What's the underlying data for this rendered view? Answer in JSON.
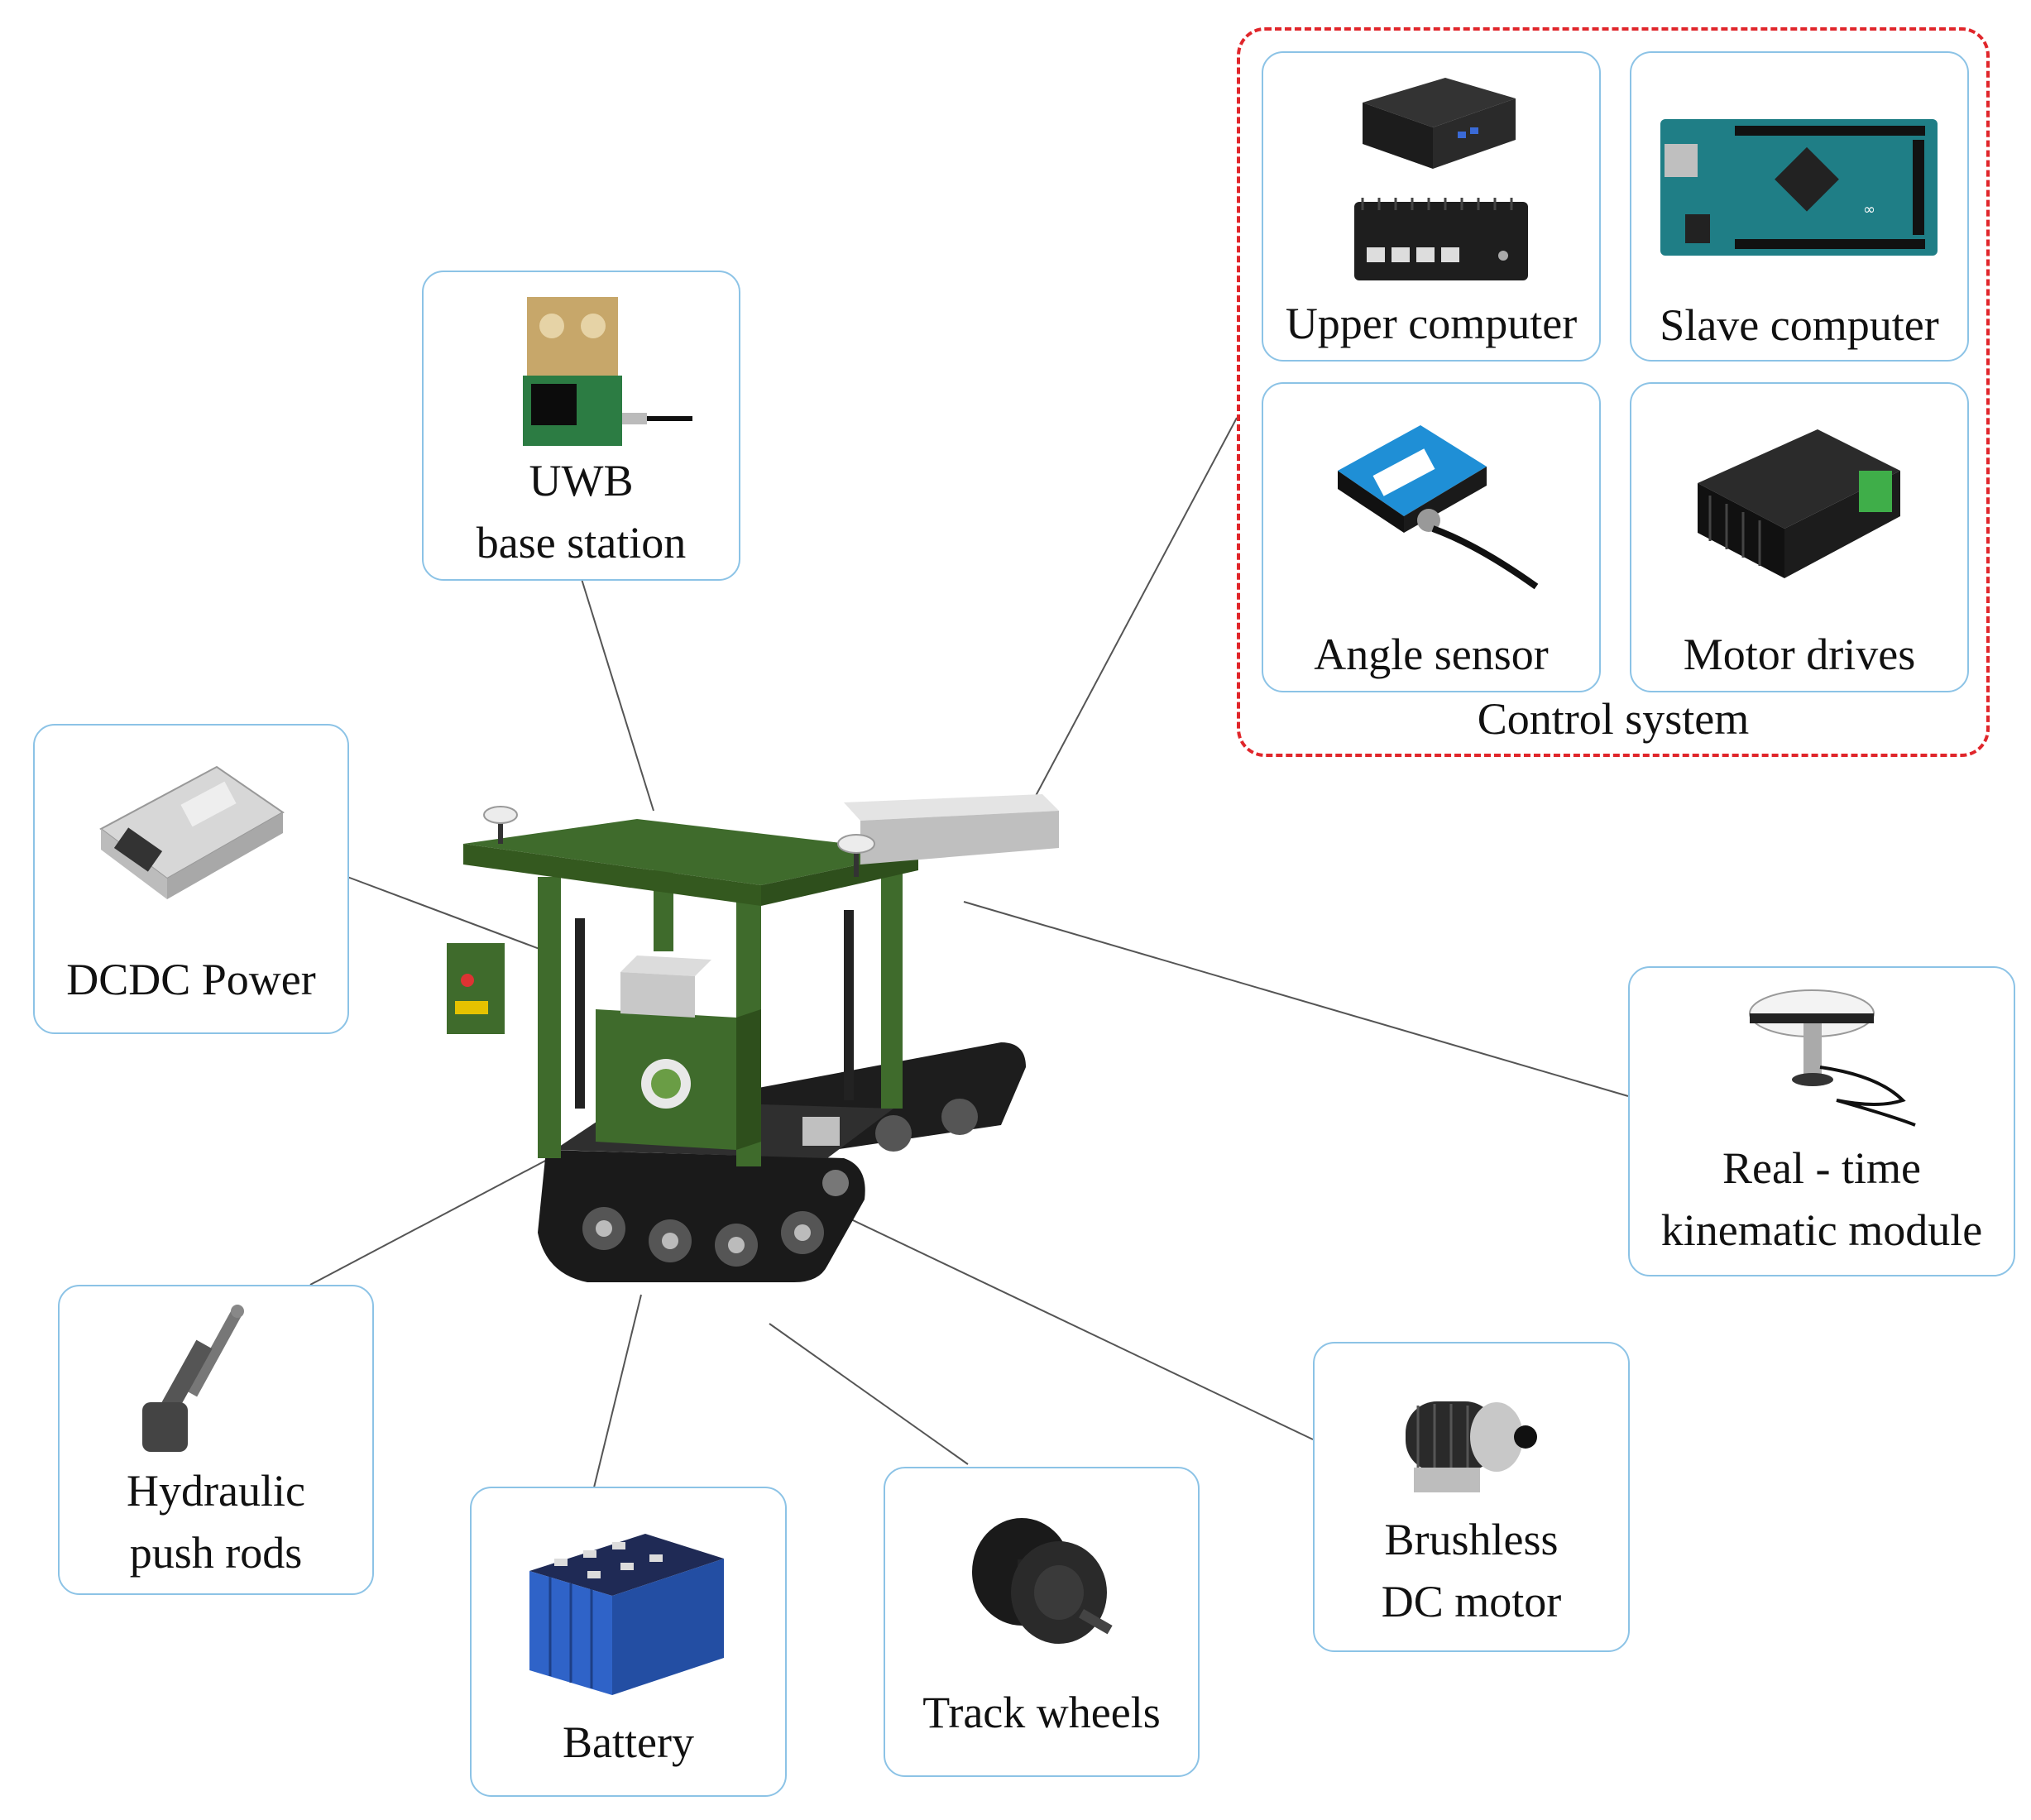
{
  "control_system": {
    "title": "Control system",
    "components": [
      {
        "label": "Upper computer"
      },
      {
        "label": "Slave computer"
      },
      {
        "label": "Angle sensor"
      },
      {
        "label": "Motor drives"
      }
    ]
  },
  "components": {
    "uwb": {
      "line1": "UWB",
      "line2": "base station"
    },
    "dcdc": {
      "label": "DCDC Power"
    },
    "rtk": {
      "line1": "Real - time",
      "line2": "kinematic module"
    },
    "push_rods": {
      "line1": "Hydraulic",
      "line2": "push rods"
    },
    "battery": {
      "label": "Battery"
    },
    "track_wheels": {
      "label": "Track wheels"
    },
    "motor": {
      "line1": "Brushless",
      "line2": "DC motor"
    }
  },
  "colors": {
    "card_border": "#8cc3e6",
    "group_border": "#e0262b",
    "robot_green": "#3f6b2c"
  }
}
